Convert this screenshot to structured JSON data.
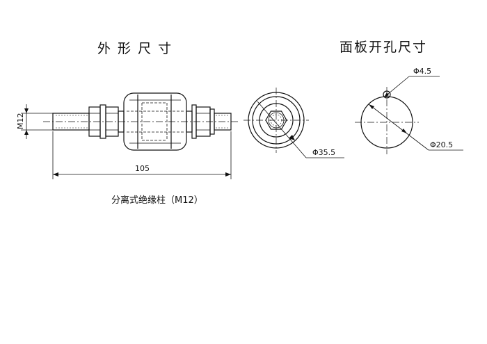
{
  "headings": {
    "outline": "外 形 尺 寸",
    "panel_cutout": "面板开孔尺寸"
  },
  "dimensions": {
    "thread": "M12",
    "length": "105",
    "outer_diameter": "Φ35.5",
    "small_hole": "Φ4.5",
    "cutout_diameter": "Φ20.5"
  },
  "caption": "分离式绝缘柱（M12）"
}
